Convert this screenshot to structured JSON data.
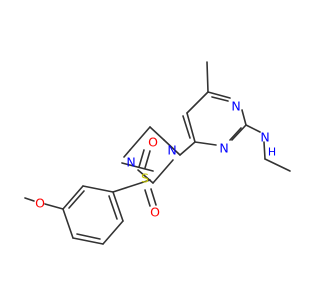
{
  "molecule": {
    "colors": {
      "carbon_bond": "#333333",
      "nitrogen": "#0000ff",
      "oxygen": "#ff0000",
      "sulfur": "#c8c800",
      "background": "#ffffff"
    },
    "atoms": [
      {
        "id": "o_methoxy",
        "element": "O",
        "label": "O"
      },
      {
        "id": "s_sulfonyl",
        "element": "S",
        "label": "S"
      },
      {
        "id": "o_sulfonyl_top",
        "element": "O",
        "label": "O"
      },
      {
        "id": "o_sulfonyl_bottom",
        "element": "O",
        "label": "O"
      },
      {
        "id": "n_piperazine_left",
        "element": "N",
        "label": "N"
      },
      {
        "id": "n_piperazine_right",
        "element": "N",
        "label": "N"
      },
      {
        "id": "n_pyrimidine_top",
        "element": "N",
        "label": "N"
      },
      {
        "id": "n_pyrimidine_bottom",
        "element": "N",
        "label": "N"
      },
      {
        "id": "nh_amine",
        "element": "N",
        "label": "N"
      },
      {
        "id": "h_amine",
        "element": "H",
        "label": "H"
      }
    ]
  }
}
